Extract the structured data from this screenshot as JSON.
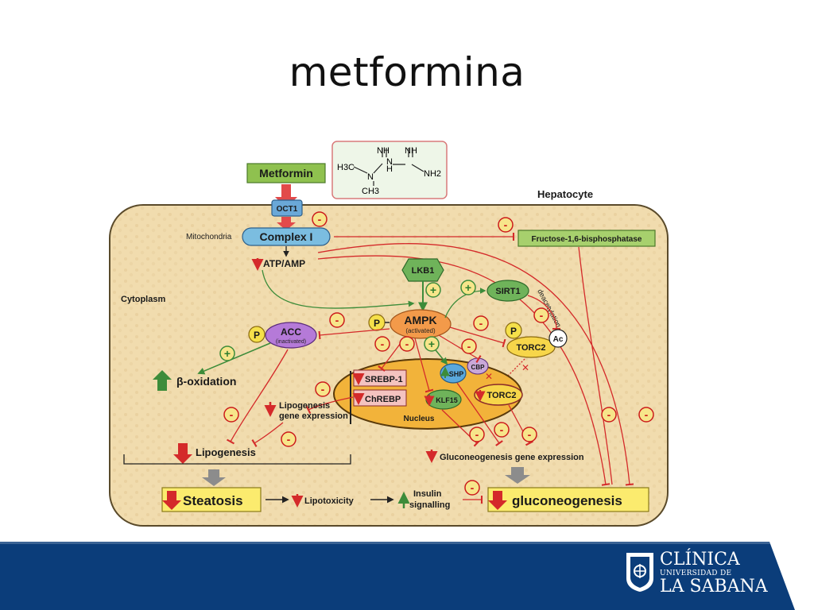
{
  "slide": {
    "title": "metformina"
  },
  "colors": {
    "cell_fill": "#f1dcae",
    "nucleus_fill": "#f2b33a",
    "inhibit": "#d42a2a",
    "activate": "#3d8c3a",
    "label_green": "#8fc14f",
    "label_yellow": "#fbeb6e",
    "complex_blue": "#7bbde0",
    "footer_blue": "#0b3d7a"
  },
  "diagram": {
    "hepatocyte": "Hepatocyte",
    "mitochondria": "Mitochondria",
    "cytoplasm": "Cytoplasm",
    "metformin": "Metformin",
    "oct1": "OCT1",
    "complex1": "Complex I",
    "atp_amp": "ATP/AMP",
    "lkb1": "LKB1",
    "sirt1": "SIRT1",
    "deacetylation": "deacetylation",
    "ampk": "AMPK",
    "ampk_state": "(activated)",
    "acc": "ACC",
    "acc_state": "(inactivated)",
    "p": "P",
    "ac": "Ac",
    "torc2": "TORC2",
    "fructose": "Fructose-1,6-bisphosphatase",
    "beta_oxidation": "β-oxidation",
    "srebp1": "SREBP-1",
    "chrebp": "ChREBP",
    "shp": "SHP",
    "cbp": "CBP",
    "klf15": "KLF15",
    "nucleus": "Nucleus",
    "lipogenesis_gene_1": "Lipogenesis",
    "lipogenesis_gene_2": "gene expression",
    "lipogenesis": "Lipogenesis",
    "gluconeo_gene": "Gluconeogenesis gene expression",
    "steatosis": "Steatosis",
    "lipotoxicity": "Lipotoxicity",
    "insulin_1": "Insulin",
    "insulin_2": "signalling",
    "gluconeogenesis": "gluconeogenesis",
    "minus": "-",
    "plus": "+"
  },
  "molecule": {
    "nh_left": "NH",
    "nh_right": "NH",
    "h3c": "H3C",
    "n_mid": "N",
    "h_mid": "H",
    "n_low": "N",
    "ch3": "CH3",
    "nh2": "NH2"
  },
  "footer": {
    "line1": "CLÍNICA",
    "line2": "UNIVERSIDAD DE",
    "line3": "LA SABANA"
  }
}
